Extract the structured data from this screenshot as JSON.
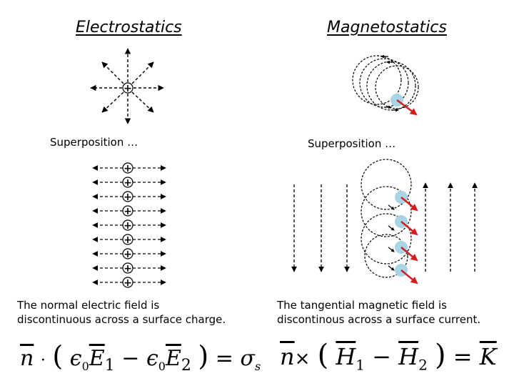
{
  "electro": {
    "title": "Electrostatics",
    "superposition_label": "Superposition …",
    "caption_line1": "The normal electric field is",
    "caption_line2": "discontinuous across a surface charge.",
    "charge_symbol": "+",
    "equation": {
      "n": "n",
      "dot": "·",
      "lparen": "(",
      "eps1": "ϵ",
      "sub0a": "0",
      "e1": "E",
      "sub1": "1",
      "minus": "−",
      "eps2": "ϵ",
      "sub0b": "0",
      "e2": "E",
      "sub2": "2",
      "rparen": ")",
      "equals": "=",
      "sigma": "σ",
      "subs": "s"
    }
  },
  "magneto": {
    "title": "Magnetostatics",
    "superposition_label": "Superposition …",
    "caption_line1": "The tangential magnetic field is",
    "caption_line2": "discontinous across a surface current.",
    "equation": {
      "n": "n",
      "cross": "×",
      "lparen": "(",
      "h1": "H",
      "sub1": "1",
      "minus": "−",
      "h2": "H",
      "sub2": "2",
      "rparen": ")",
      "equals": "=",
      "k": "K"
    }
  },
  "colors": {
    "current_dot": "#a8d4e6",
    "current_arrow": "#d41e1e",
    "lines": "#000000"
  }
}
